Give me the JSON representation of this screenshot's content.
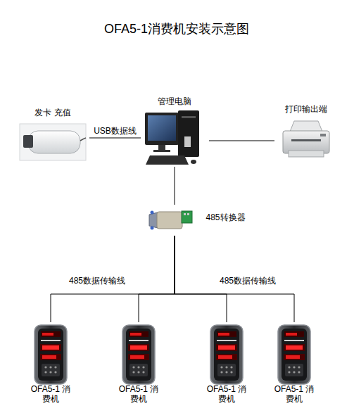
{
  "diagram": {
    "title": "OFA5-1消费机安装示意图",
    "nodes": [
      {
        "text": [
          "发卡 充值"
        ]
      },
      {
        "text": [
          "管理电脑"
        ]
      },
      {
        "text": [
          "打印输出端"
        ]
      },
      {
        "text": [
          "485转换器"
        ]
      },
      {
        "text": [
          "OFA5-1 消费机"
        ]
      },
      {
        "text": [
          "OFA5-1 消费机"
        ]
      },
      {
        "text": [
          "OFA5-1 消费机"
        ]
      },
      {
        "text": [
          "OFA5-1 消费机"
        ]
      }
    ],
    "edges": [
      {
        "from": 0,
        "to": 1,
        "arrow": "none",
        "label": "USB数据线"
      },
      {
        "from": 1,
        "to": 2,
        "arrow": "none"
      },
      {
        "from": 1,
        "to": 3,
        "arrow": "none"
      },
      {
        "from": 3,
        "to": 4,
        "arrow": "none",
        "label": "485数据传输线"
      },
      {
        "from": 3,
        "to": 5,
        "arrow": "none"
      },
      {
        "from": 3,
        "to": 6,
        "arrow": "none"
      },
      {
        "from": 3,
        "to": 7,
        "arrow": "none",
        "label": "485数据传输线"
      }
    ]
  }
}
